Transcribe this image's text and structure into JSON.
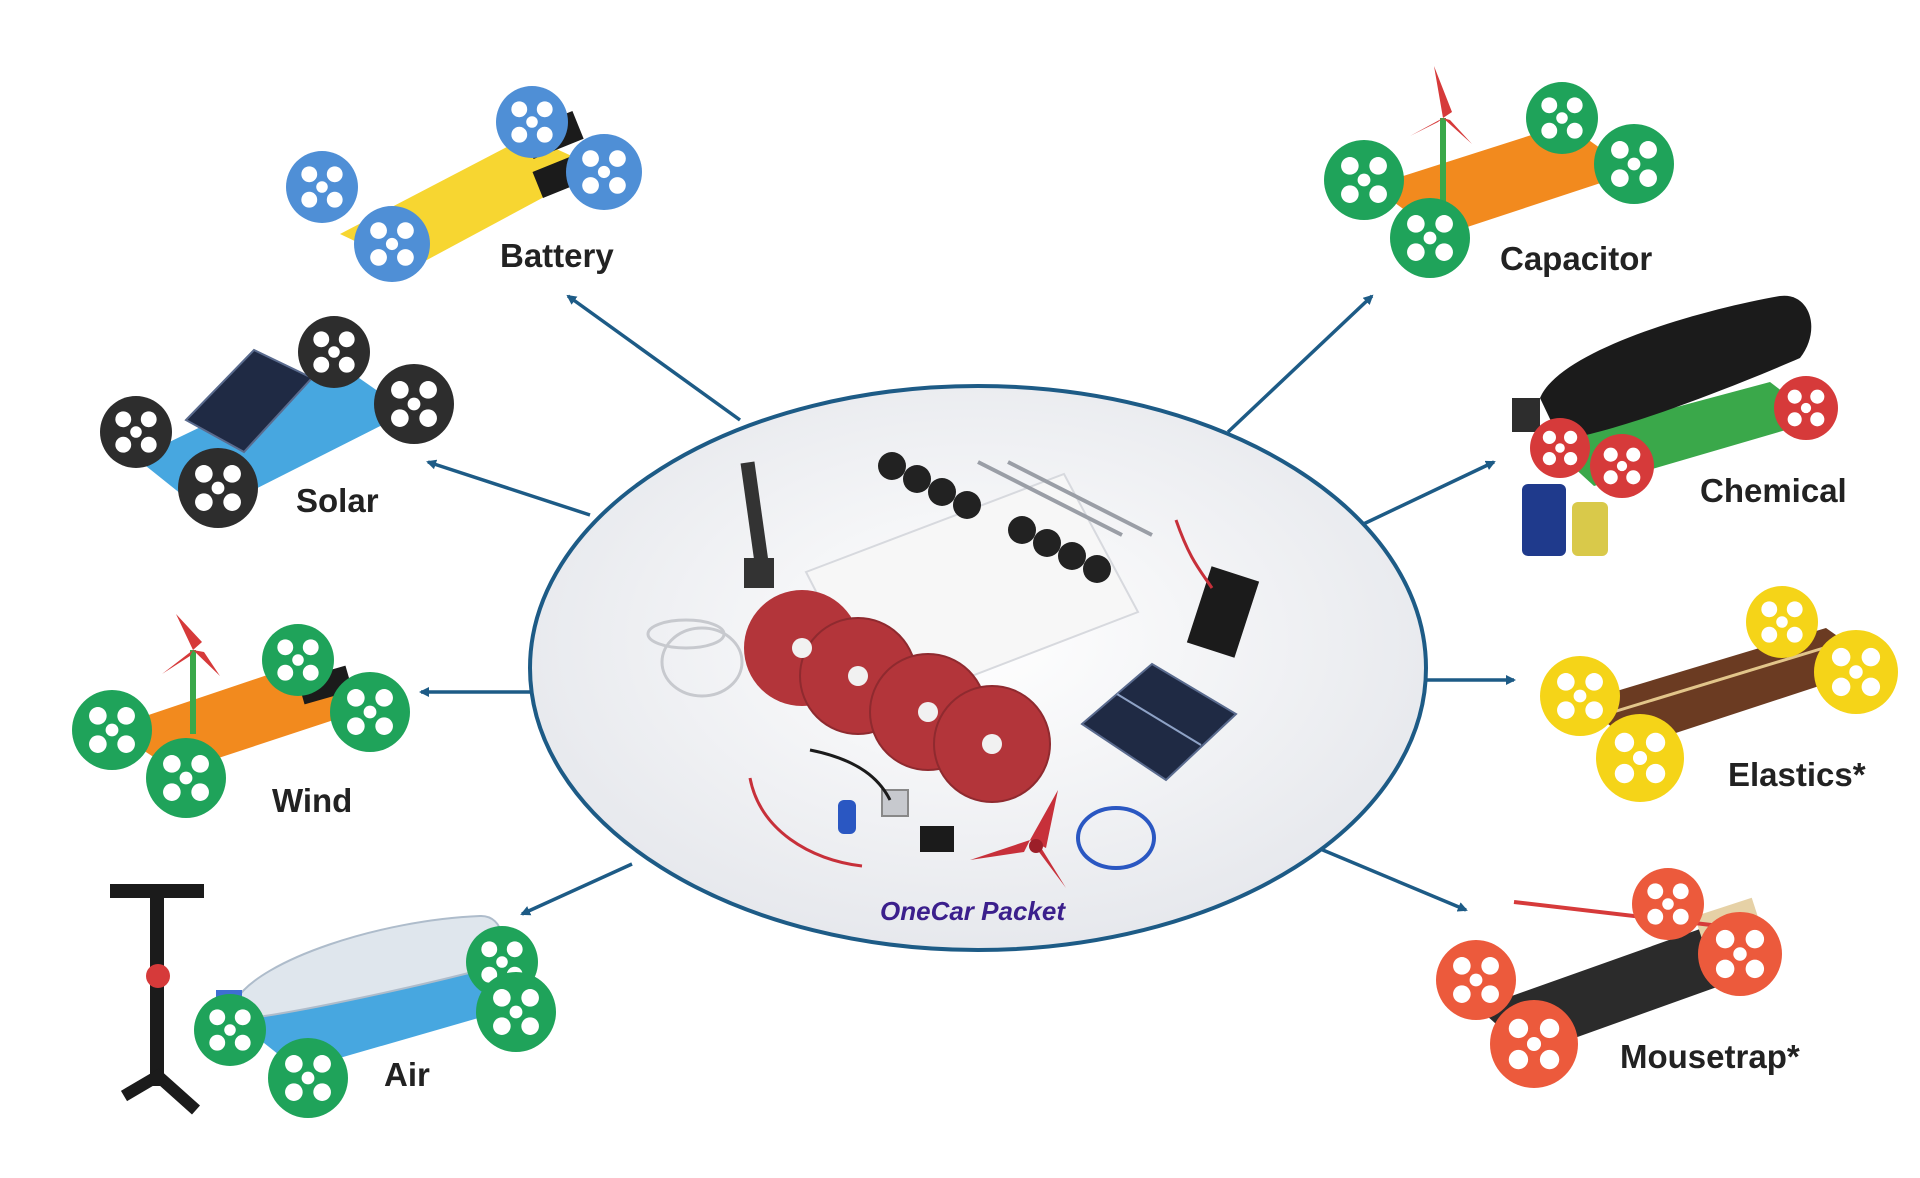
{
  "center": {
    "label": "OneCar Packet",
    "label_color": "#3b1f8c",
    "ellipse_stroke": "#1d5b86",
    "ellipse_fill": "#eceef2"
  },
  "arrow_color": "#1d5b86",
  "cars": [
    {
      "id": "battery",
      "label": "Battery",
      "body_color": "#f7d631",
      "wheel_color": "#4f8fd6",
      "accessory": "battery-pack"
    },
    {
      "id": "solar",
      "label": "Solar",
      "body_color": "#47a7e0",
      "wheel_color": "#2d2d2d",
      "accessory": "solar-panel"
    },
    {
      "id": "wind",
      "label": "Wind",
      "body_color": "#f28a1e",
      "wheel_color": "#1fa35a",
      "accessory": "propeller"
    },
    {
      "id": "air",
      "label": "Air",
      "body_color": "#47a7e0",
      "wheel_color": "#1fa35a",
      "accessory": "bottle-and-pump"
    },
    {
      "id": "capacitor",
      "label": "Capacitor",
      "body_color": "#f28a1e",
      "wheel_color": "#1fa35a",
      "accessory": "propeller"
    },
    {
      "id": "chemical",
      "label": "Chemical",
      "body_color": "#3aa84a",
      "wheel_color": "#d63a3a",
      "accessory": "dark-bottle"
    },
    {
      "id": "elastics",
      "label": "Elastics*",
      "body_color": "#6b3b22",
      "wheel_color": "#f5d418",
      "accessory": "elastic-band"
    },
    {
      "id": "mousetrap",
      "label": "Mousetrap*",
      "body_color": "#2b2b2b",
      "wheel_color": "#ec5a3c",
      "accessory": "mousetrap"
    }
  ],
  "packet_parts": {
    "wheel_color": "#b3353a",
    "pad_color": "#222222",
    "plate_color": "#f7f7f7",
    "panel_color": "#1f2a44",
    "propeller_color": "#c7303a",
    "ring_color": "#2a57c2"
  }
}
